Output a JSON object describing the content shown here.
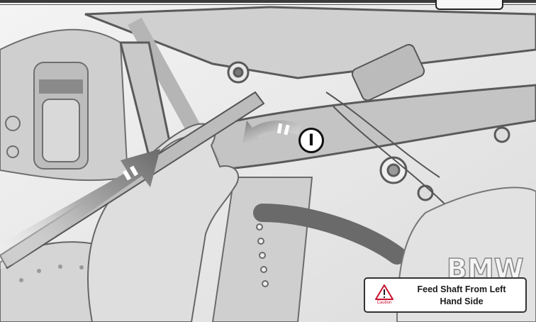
{
  "callout": {
    "label": "I"
  },
  "caution": {
    "badge_label": "Caution",
    "message_line1": "Feed Shaft From Left",
    "message_line2": "Hand Side"
  },
  "photo": {
    "brand_text": "BMW"
  },
  "colors": {
    "warning_red": "#c8102e",
    "arrow_gray": "#8c8c8c"
  },
  "icons": [
    "warning-triangle-icon",
    "arrow-icon"
  ]
}
